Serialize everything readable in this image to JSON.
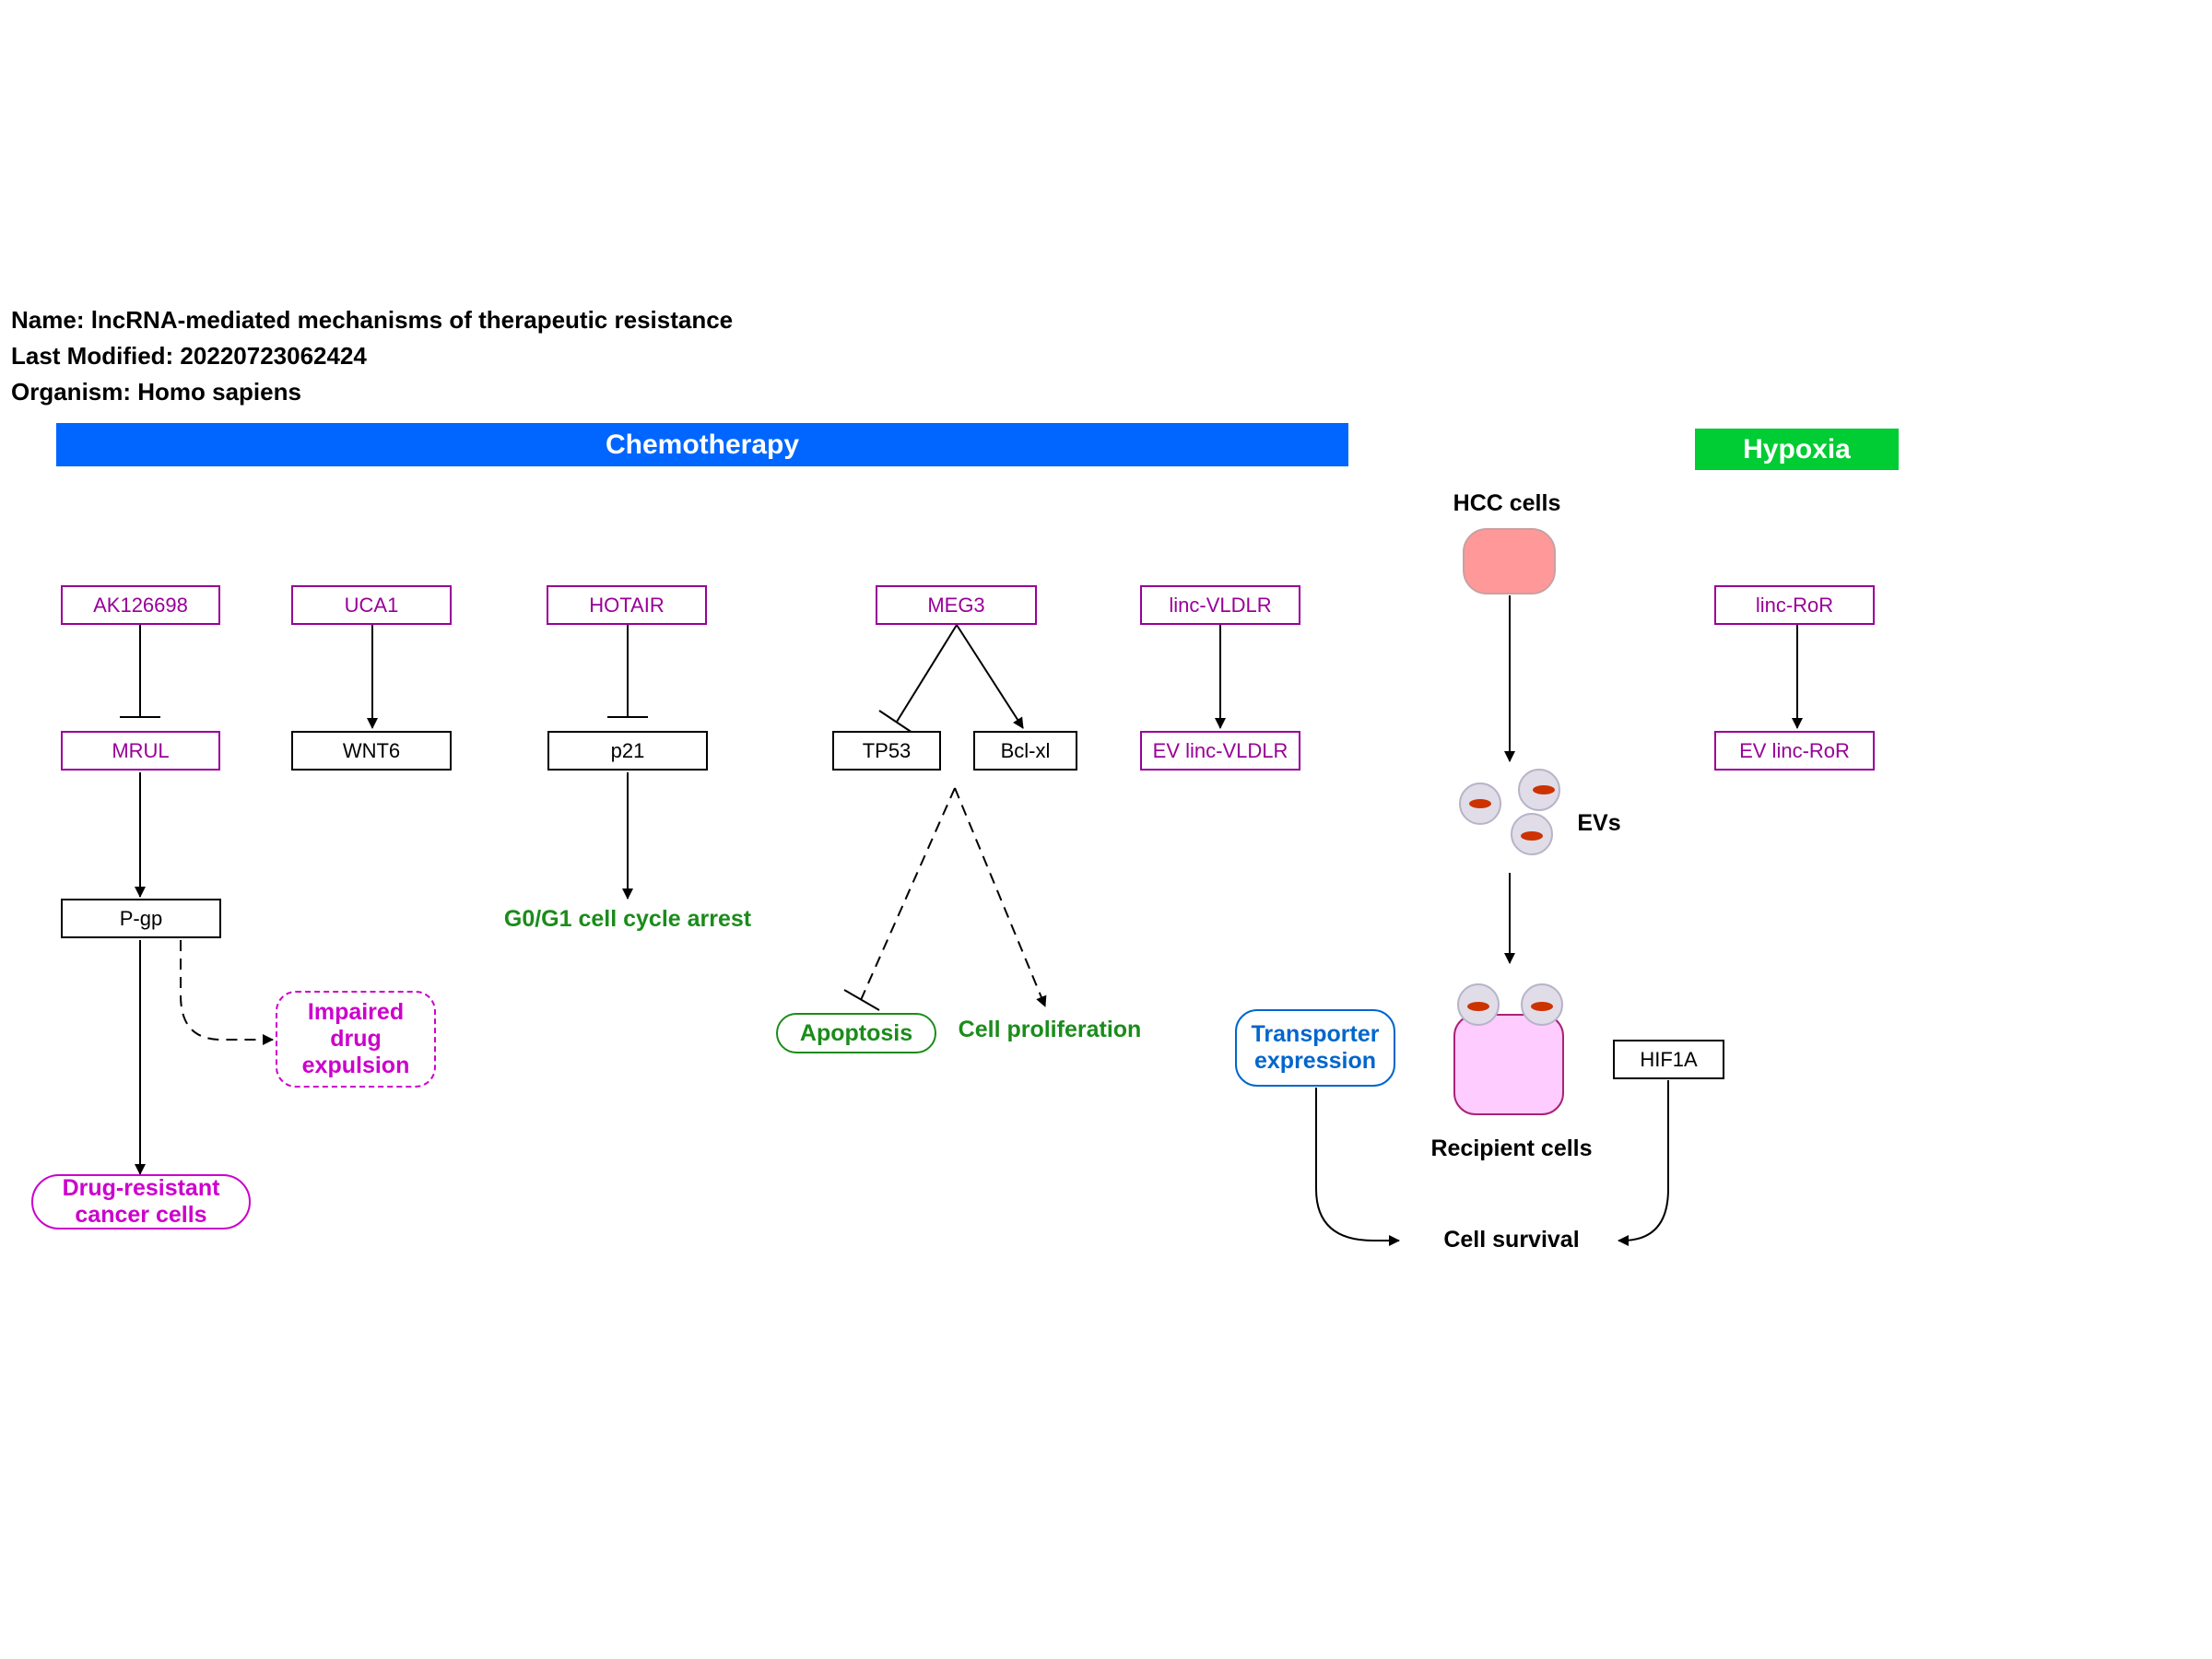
{
  "header": {
    "name": "Name: lncRNA-mediated mechanisms of therapeutic resistance",
    "modified": "Last Modified: 20220723062424",
    "organism": "Organism: Homo sapiens"
  },
  "sections": {
    "chemotherapy": "Chemotherapy",
    "hypoxia": "Hypoxia"
  },
  "colors": {
    "chemo_bar": "#0066ff",
    "hypoxia_bar": "#00cc33",
    "lncrna": "#990099",
    "phenotype_green": "#1a8c1a",
    "phenotype_magenta": "#cc00cc",
    "transporter_blue": "#0066cc",
    "hcc_cell": "#ff9999",
    "recipient_cell": "#ffccff",
    "ev_cargo": "#cc3300"
  },
  "nodes": {
    "ak126698": "AK126698",
    "uca1": "UCA1",
    "hotair": "HOTAIR",
    "meg3": "MEG3",
    "linc_vldlr": "linc-VLDLR",
    "linc_ror": "linc-RoR",
    "mrul": "MRUL",
    "wnt6": "WNT6",
    "p21": "p21",
    "tp53": "TP53",
    "bclxl": "Bcl-xl",
    "ev_linc_vldlr": "EV linc-VLDLR",
    "ev_linc_ror": "EV linc-RoR",
    "pgp": "P-gp",
    "hif1a": "HIF1A"
  },
  "labels": {
    "g0g1": "G0/G1 cell cycle arrest",
    "apoptosis": "Apoptosis",
    "cell_proliferation": "Cell proliferation",
    "impaired_line1": "Impaired",
    "impaired_line2": "drug",
    "impaired_line3": "expulsion",
    "drug_resistant_line1": "Drug-resistant",
    "drug_resistant_line2": "cancer cells",
    "hcc_cells": "HCC cells",
    "evs": "EVs",
    "recipient_cells": "Recipient cells",
    "transporter_line1": "Transporter",
    "transporter_line2": "expression",
    "cell_survival": "Cell survival"
  }
}
